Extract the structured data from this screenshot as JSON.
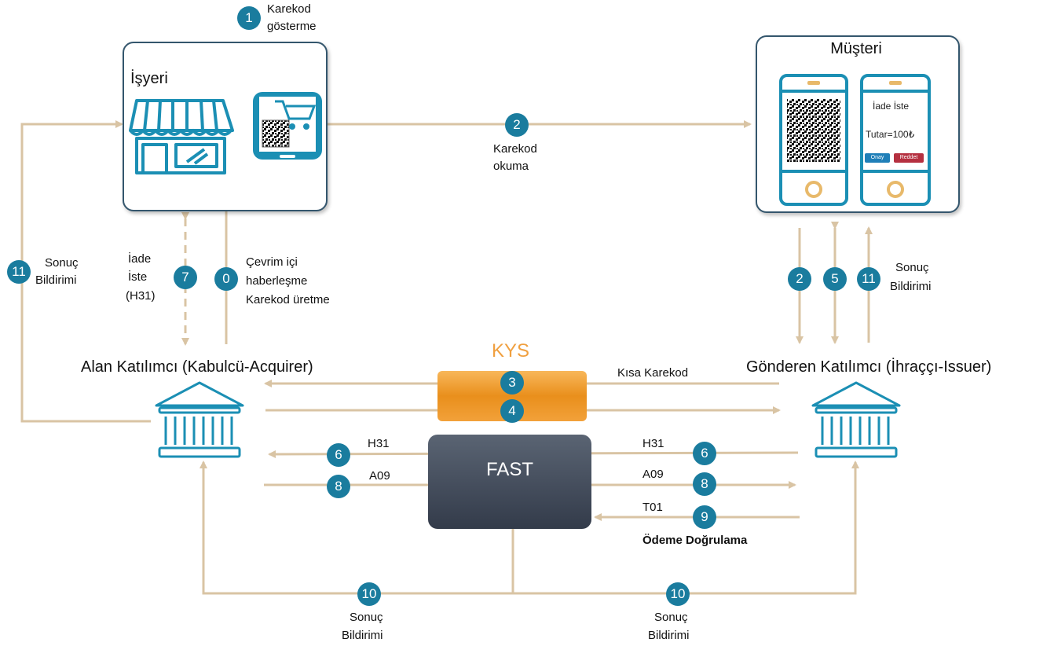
{
  "nodes": {
    "merchant": "İşyeri",
    "customer": "Müşteri",
    "acquirer": "Alan Katılımcı (Kabulcü-Acquirer)",
    "issuer": "Gönderen  Katılımcı (İhraççı-Issuer)",
    "kys": "KYS",
    "fast": "FAST"
  },
  "phone": {
    "request_text": "İade İste",
    "amount_text": "Tutar=100₺",
    "approve_button": "Onay",
    "reject_button": "Reddet"
  },
  "steps": {
    "s1": {
      "num": "1",
      "line1": "Karekod",
      "line2": "gösterme"
    },
    "s2_top": {
      "num": "2",
      "line1": "Karekod",
      "line2": "okuma"
    },
    "s0": {
      "num": "0",
      "line1": "Çevrim içi",
      "line2": "haberleşme",
      "line3": "Karekod üretme"
    },
    "s7": {
      "num": "7",
      "line1": "İade",
      "line2": "İste",
      "line3": "(H31)"
    },
    "s11_left": {
      "num": "11",
      "line1": "Sonuç",
      "line2": "Bildirimi"
    },
    "s2_right": {
      "num": "2"
    },
    "s5": {
      "num": "5"
    },
    "s11_right": {
      "num": "11",
      "line1": "Sonuç",
      "line2": "Bildirimi"
    },
    "s3": {
      "num": "3",
      "label": "Kısa Karekod"
    },
    "s4": {
      "num": "4"
    },
    "s6_left": {
      "num": "6",
      "label": "H31"
    },
    "s6_right": {
      "num": "6",
      "label": "H31"
    },
    "s8_left": {
      "num": "8",
      "label": "A09"
    },
    "s8_right": {
      "num": "8",
      "label": "A09"
    },
    "s9": {
      "num": "9",
      "label": "T01",
      "caption": "Ödeme Doğrulama"
    },
    "s10_left": {
      "num": "10",
      "line1": "Sonuç",
      "line2": "Bildirimi"
    },
    "s10_right": {
      "num": "10",
      "line1": "Sonuç",
      "line2": "Bildirimi"
    }
  },
  "colors": {
    "arrow": "#d9c4a4",
    "badge": "#1a7c9e",
    "icon": "#1b8fb4",
    "box_border": "#34566d",
    "kys": "#e98f1c",
    "kys_title": "#f0a040",
    "fast": "#3b4352"
  }
}
